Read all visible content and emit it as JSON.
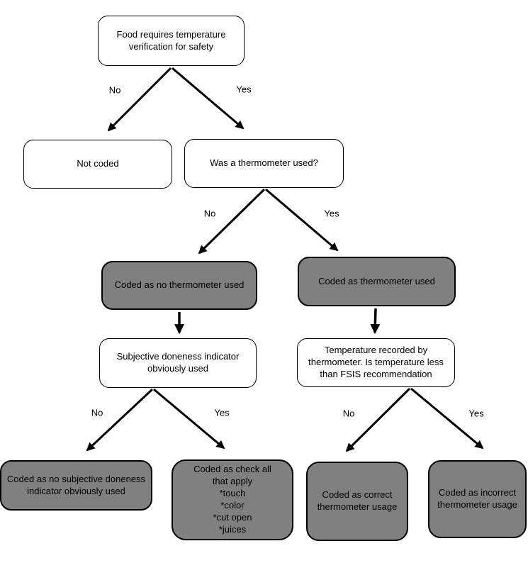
{
  "diagram": {
    "nodes": {
      "root": {
        "text": "Food requires temperature\nverification for safety"
      },
      "not_coded": {
        "text": "Not coded"
      },
      "thermometer_q": {
        "text": "Was a thermometer used?"
      },
      "no_thermo": {
        "text": "Coded as no thermometer used"
      },
      "thermo_used": {
        "text": "Coded as thermometer used"
      },
      "subjective": {
        "text": "Subjective doneness indicator\nobviously used"
      },
      "temp_recorded": {
        "text": "Temperature recorded by\nthermometer. Is temperature less\nthan FSIS recommendation"
      },
      "no_subjective": {
        "text": "Coded as no subjective doneness\nindicator obviously used"
      },
      "check_all": {
        "text": "Coded as check all\nthat apply\n*touch\n*color\n*cut open\n*juices"
      },
      "correct": {
        "text": "Coded as correct\nthermometer usage"
      },
      "incorrect": {
        "text": "Coded as incorrect\nthermometer usage"
      }
    },
    "edge_labels": {
      "root_no": "No",
      "root_yes": "Yes",
      "thermometer_no": "No",
      "thermometer_yes": "Yes",
      "subjective_no": "No",
      "subjective_yes": "Yes",
      "temp_no": "No",
      "temp_yes": "Yes"
    },
    "colors": {
      "coded_node_fill": "#808080",
      "plain_node_fill": "#ffffff",
      "line_and_border": "#000000",
      "background": "#ffffff",
      "text": "#000000"
    }
  }
}
